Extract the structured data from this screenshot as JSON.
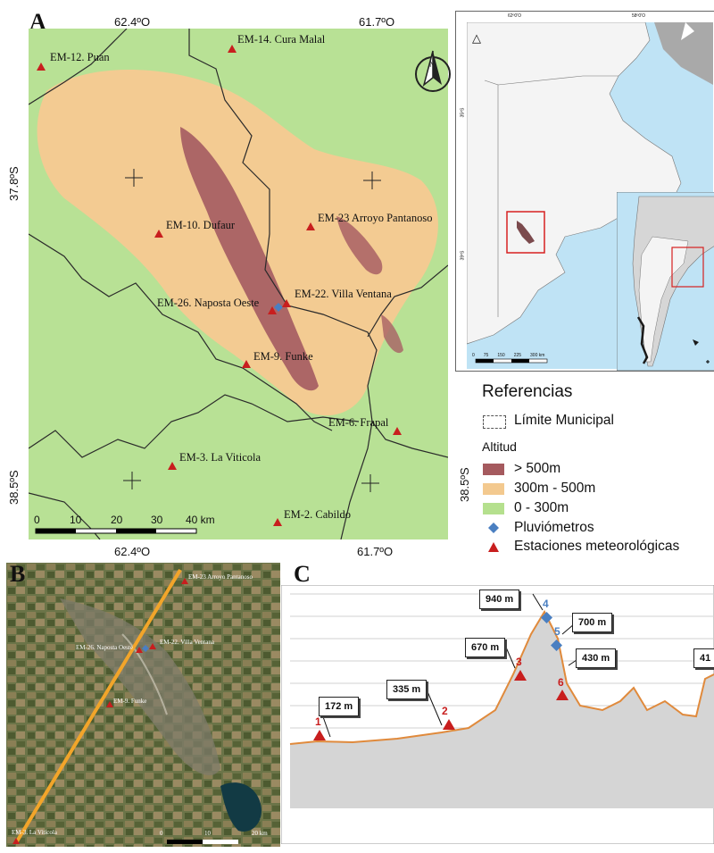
{
  "panel_a": {
    "letter": "A",
    "top_coords": [
      "62.4ºO",
      "61.7ºO"
    ],
    "bottom_coords": [
      "62.4ºO",
      "61.7ºO"
    ],
    "left_coords": [
      "37.8ºS",
      "38.5ºS"
    ],
    "right_coord": "38.5ºS",
    "stations": [
      "EM-12. Puan",
      "EM-14. Cura Malal",
      "EM-10. Dufaur",
      "EM-23 Arroyo Pantanoso",
      "EM-26. Naposta Oeste",
      "EM-22. Villa Ventana",
      "EM-9. Funke",
      "EM-6. Frapal",
      "EM-3. La Viticola",
      "EM-2. Cabildo"
    ],
    "scale_labels": [
      "0",
      "10",
      "20",
      "30",
      "40 km"
    ]
  },
  "inset": {
    "top_coords": [
      "62º0'O",
      "58º0'O"
    ],
    "left_coords": [
      "35ºS",
      "39ºS"
    ],
    "scale_labels": [
      "0",
      "75",
      "150",
      "225",
      "300 km"
    ]
  },
  "legend": {
    "title": "Referencias",
    "municipal": "Límite Municipal",
    "altitude_title": "Altitud",
    "classes": [
      {
        "label": "> 500m",
        "color": "#a55a5e"
      },
      {
        "label": "300m - 500m",
        "color": "#f3c98f"
      },
      {
        "label": "0 - 300m",
        "color": "#b5e08e"
      }
    ],
    "pluvio": "Pluviómetros",
    "stations": "Estaciones meteorológicas",
    "pluvio_color": "#4a7fc1",
    "station_color": "#c81e1e"
  },
  "panel_b": {
    "letter": "B",
    "labels": [
      "EM-23 Arroyo Pantanoso",
      "EM-26. Naposta Oeste",
      "EM-22. Villa Ventana",
      "EM-9. Funke",
      "EM-3. La Viticola"
    ],
    "scale_labels": [
      "0",
      "10",
      "20 km"
    ]
  },
  "panel_c": {
    "letter": "C",
    "elevations": [
      "172 m",
      "335 m",
      "670 m",
      "940 m",
      "700 m",
      "430 m",
      "41"
    ],
    "point_numbers": [
      "1",
      "2",
      "3",
      "4",
      "5",
      "6"
    ]
  }
}
